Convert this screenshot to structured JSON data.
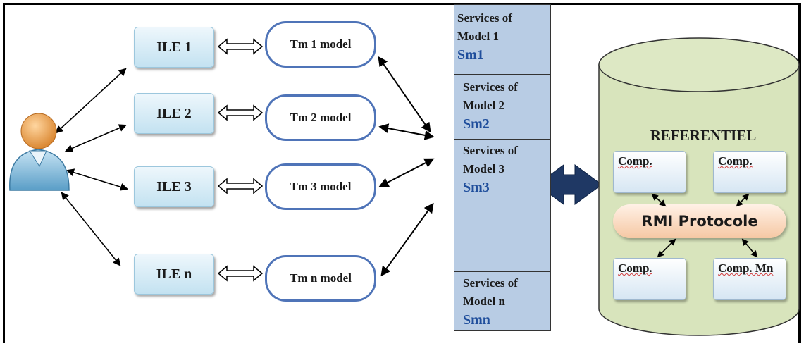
{
  "ile": [
    {
      "label": "ILE 1"
    },
    {
      "label": "ILE 2"
    },
    {
      "label": "ILE 3"
    },
    {
      "label": "ILE n"
    }
  ],
  "tm": [
    {
      "label": "Tm 1 model"
    },
    {
      "label": "Tm 2 model"
    },
    {
      "label": "Tm 3 model"
    },
    {
      "label": "Tm n model"
    }
  ],
  "services": [
    {
      "line1": "Services of",
      "line2": "Model 1",
      "code": "Sm1"
    },
    {
      "line1": "Services of",
      "line2": "Model 2",
      "code": "Sm2"
    },
    {
      "line1": "Services of",
      "line2": "Model 3",
      "code": "Sm3"
    },
    {
      "line1": "Services of",
      "line2": "Model n",
      "code": "Smn"
    }
  ],
  "referentiel": {
    "title": "REFERENTIEL",
    "protocol": "RMI Protocole",
    "components": [
      "Comp.",
      "Comp.",
      "Comp.",
      "Comp. Mn"
    ]
  },
  "colors": {
    "ile_fill": "#c3e2f1",
    "tm_border": "#4f74b8",
    "services_fill": "#b8cce4",
    "cylinder_fill": "#d8e4bc",
    "rmi_fill": "#f6c8a4",
    "big_arrow": "#1f3864"
  },
  "icons": {
    "user": "user-icon"
  }
}
